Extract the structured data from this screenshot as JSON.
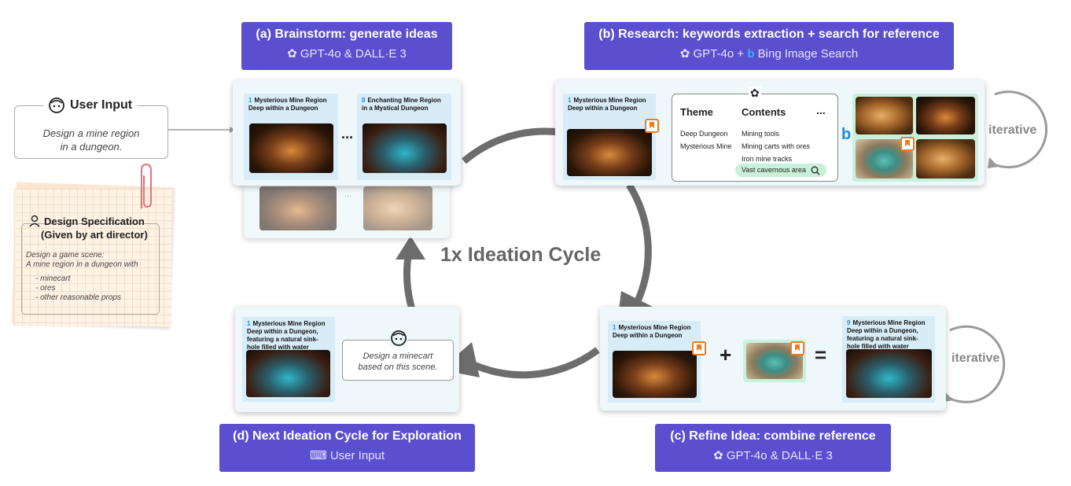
{
  "center": {
    "title": "1x Ideation Cycle"
  },
  "user_input": {
    "title": "User Input",
    "text_line1": "Design a mine region",
    "text_line2": "in a dungeon."
  },
  "spec": {
    "title_line1": "Design Specification",
    "title_line2": "(Given by art director)",
    "body_line1": "Design a game scene:",
    "body_line2": "A mine region in a dungeon with",
    "items": [
      "- minecart",
      "- ores",
      "- other reasonable props"
    ]
  },
  "stage_a": {
    "title": "(a) Brainstorm: generate ideas",
    "tool": "GPT-4o & DALL·E 3"
  },
  "stage_b": {
    "title": "(b) Research: keywords extraction + search for reference",
    "tool_part1": "GPT-4o +",
    "tool_part2": "Bing Image Search"
  },
  "stage_c": {
    "title": "(c) Refine Idea: combine reference",
    "tool": "GPT-4o & DALL·E 3"
  },
  "stage_d": {
    "title": "(d) Next Ideation Cycle for Exploration",
    "tool": "User Input"
  },
  "panel_a": {
    "card1": {
      "num": "1",
      "caption": "Mysterious Mine Region Deep within a Dungeon"
    },
    "card2": {
      "num": "8",
      "caption": "Enchanting Mine Region in a Mystical Dungeon"
    },
    "ellipsis": "...",
    "ellipsis_small": "..."
  },
  "panel_b": {
    "card": {
      "num": "1",
      "caption": "Mysterious Mine Region Deep within a Dungeon"
    },
    "theme_header": "Theme",
    "contents_header": "Contents",
    "more": "...",
    "themes": [
      "Deep Dungeon",
      "Mysterious Mine"
    ],
    "contents": [
      "Mining tools",
      "Mining carts with ores",
      "Iron mine tracks"
    ],
    "search_chip": "Vast cavernous area",
    "loop_label": "iterative"
  },
  "panel_c": {
    "card_in": {
      "num": "1",
      "caption": "Mysterious Mine Region Deep within a Dungeon"
    },
    "plus": "+",
    "equals": "=",
    "card_out": {
      "num": "9",
      "caption": "Mysterious Mine Region Deep within a Dungeon, featuring a natural sink-hole filled with water"
    },
    "loop_label": "iterative"
  },
  "panel_d": {
    "card": {
      "num": "1",
      "caption": "Mysterious Mine Region Deep within a Dungeon, featuring a natural sink-hole filled with water"
    },
    "prompt_line1": "Design a minecart",
    "prompt_line2": "based on this scene."
  }
}
